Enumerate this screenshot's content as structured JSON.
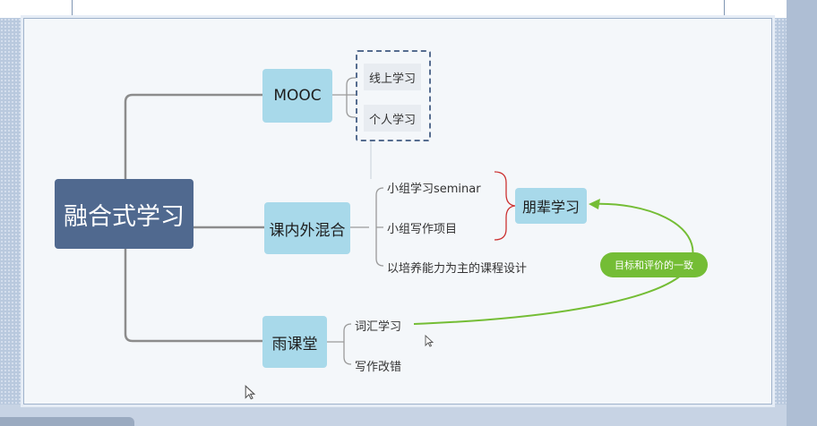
{
  "mindmap": {
    "root": "融合式学习",
    "mooc": {
      "label": "MOOC",
      "children": [
        "线上学习",
        "个人学习"
      ]
    },
    "hybrid": {
      "label": "课内外混合",
      "children": [
        "小组学习seminar",
        "小组写作项目",
        "以培养能力为主的课程设计"
      ]
    },
    "rain": {
      "label": "雨课堂",
      "children": [
        "词汇学习",
        "写作改错"
      ]
    },
    "peer_learning": "朋辈学习",
    "callout": "目标和评价的一致"
  },
  "colors": {
    "root_fill": "#50698f",
    "topic_fill": "#a8d9ea",
    "callout_fill": "#74bd35",
    "brace": "#cc3333",
    "connector": "#8c8c8c"
  }
}
